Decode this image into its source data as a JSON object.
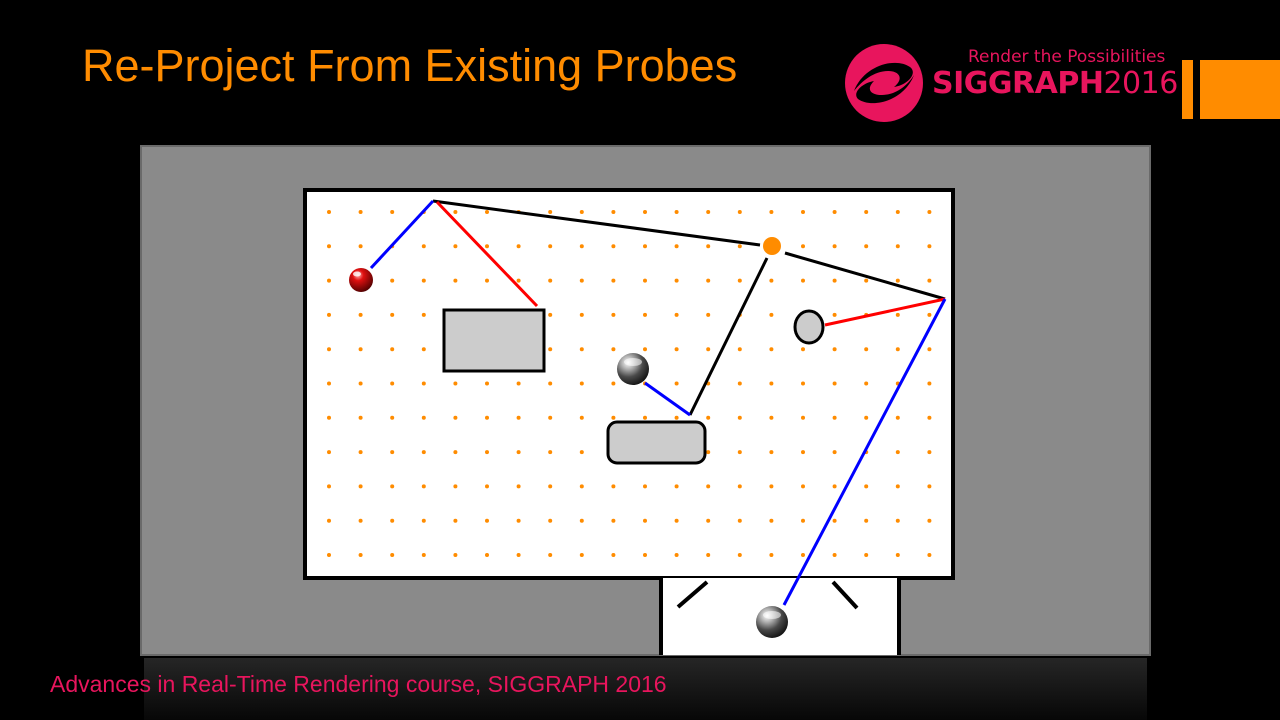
{
  "header": {
    "title": "Re-Project From Existing Probes",
    "tagline": "Render the Possibilities",
    "brand_name": "SIGGRAPH",
    "brand_year": "2016"
  },
  "footer": {
    "text": "Advances in Real-Time Rendering course, SIGGRAPH 2016"
  },
  "colors": {
    "title": "#ff8c00",
    "brand": "#e8155d",
    "accent": "#ff8c00",
    "background": "#000000",
    "diagram_frame": "#8a8a8a",
    "room_floor": "#ffffff",
    "grid_dot": "#ff8c00",
    "obstacle": "#cccccc",
    "direct_ray": "#000000",
    "probe_hit_ray": "#ff0000",
    "probe_link_ray": "#0000ff"
  },
  "diagram": {
    "probes": [
      "red-probe",
      "chrome-probe-center",
      "chrome-probe-doorway"
    ],
    "target_point": "orange-target-point",
    "obstacles": [
      "rectangle-obstacle",
      "rounded-obstacle",
      "ellipse-obstacle"
    ],
    "rays": {
      "black": "traced ray",
      "red": "probe hit ray",
      "blue": "probe link ray"
    }
  }
}
